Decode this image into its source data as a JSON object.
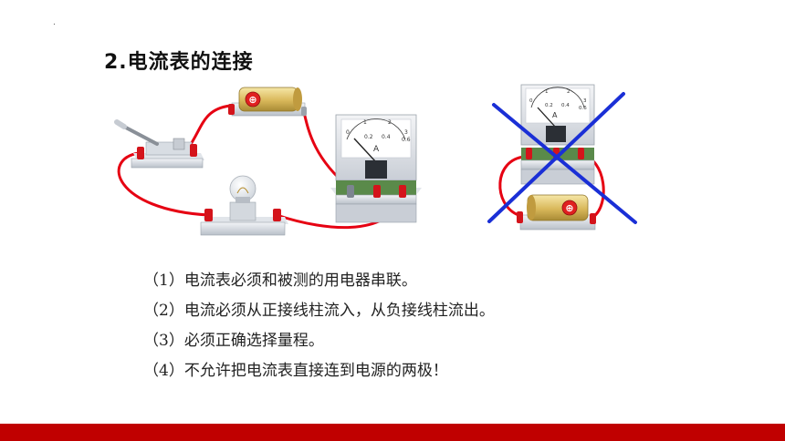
{
  "slide": {
    "top_mark": ".",
    "title": "2.电流表的连接",
    "points": [
      "（1）电流表必须和被测的用电器串联。",
      "（2）电流必须从正接线柱流入，从负接线柱流出。",
      "（3）必须正确选择量程。",
      "（4）不允许把电流表直接连到电源的两极！"
    ],
    "colors": {
      "footer": "#c00000",
      "wire": "#e60012",
      "cross": "#1a2fd6",
      "battery": "#d9c070"
    }
  },
  "meter_left": {
    "unit": "A",
    "scale_labels": [
      "0",
      "1",
      "2",
      "3",
      "0.2",
      "0.4",
      "0.6"
    ]
  },
  "meter_right": {
    "unit": "A",
    "scale_labels": [
      "0",
      "1",
      "2",
      "3",
      "0.2",
      "0.4",
      "0.6"
    ]
  },
  "battery_symbol": "⊕"
}
